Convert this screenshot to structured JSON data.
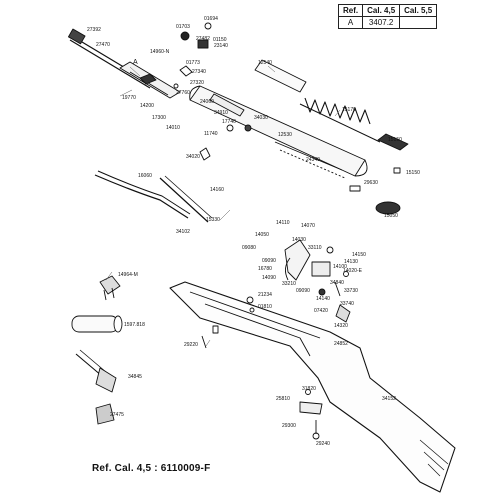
{
  "ref_table": {
    "headers": [
      "Ref.",
      "Cal. 4,5",
      "Cal. 5,5"
    ],
    "row": [
      "A",
      "3407.2",
      ""
    ]
  },
  "footer": {
    "text": "Ref. Cal. 4,5 : 6110009-F"
  },
  "part_labels": {
    "p27392": "27392",
    "p27470": "27470",
    "p01703": "01703",
    "p01694": "01694",
    "p27482": "27482",
    "p14960": "14960-N",
    "p23140": "23140",
    "p01150": "01150",
    "p01773": "01773",
    "p27340": "27340",
    "p27320": "27320",
    "pA": "A",
    "p19770": "19770",
    "p14200": "14200",
    "p27760": "27760",
    "p17300": "17300",
    "p24060": "24060",
    "p14010": "14010",
    "p34910": "34910",
    "p11740": "11740",
    "p17740": "17740",
    "p34030": "34030",
    "p12530": "12530",
    "p34020": "34020",
    "p12540": "12540",
    "p15170": "15170",
    "p15150a": "15150",
    "p24340": "24340",
    "p15150b": "15150",
    "p29630": "29630",
    "p15050": "15050",
    "p16060": "16060",
    "p14160": "14160",
    "p15330": "15330",
    "p34102": "34102",
    "p14110": "14110",
    "p14070": "14070",
    "p14050": "14050",
    "p14030": "14030",
    "p09080": "09080",
    "p33110": "33110",
    "p16780": "16780",
    "p14090": "14090",
    "p14150": "14150",
    "p14130": "14130",
    "p14100": "14100",
    "p14020": "14020-E",
    "p33210": "33210",
    "p34840": "34840",
    "p09090": "09090",
    "p33730": "33730",
    "p14140": "14140",
    "p33740": "33740",
    "p07420": "07420",
    "p14320": "14320",
    "p24852": "24852",
    "p14964": "14964-M",
    "p21234": "21234",
    "p01810": "01810",
    "p1597": "1597.818",
    "p29220": "29220",
    "p34845": "34845",
    "p27475": "27475",
    "p31820": "31820",
    "p25810": "25810",
    "p29300": "29300",
    "p29240": "29240",
    "p34152": "34152"
  }
}
